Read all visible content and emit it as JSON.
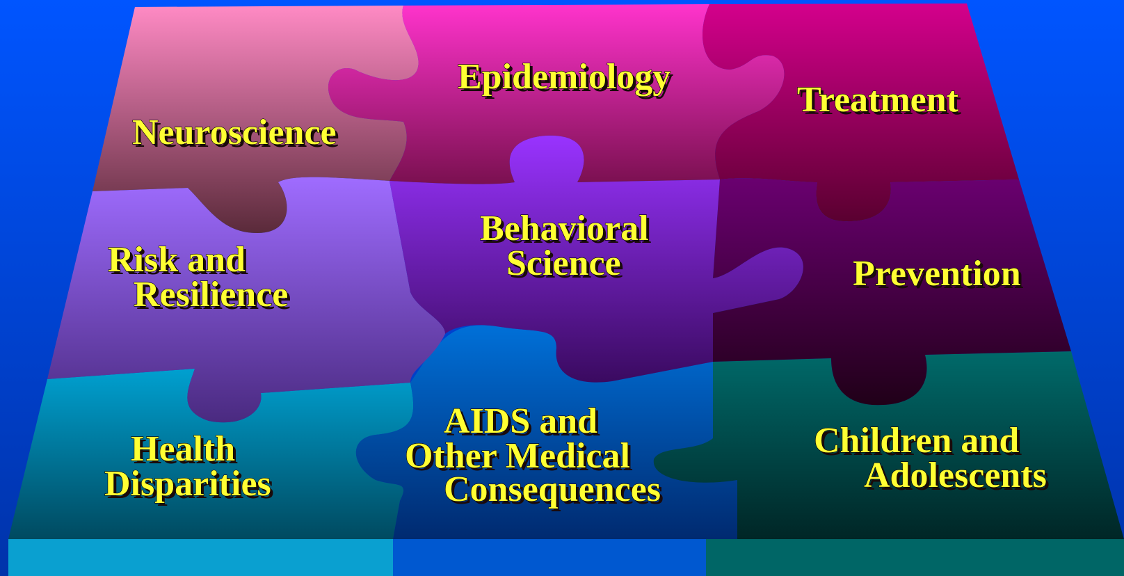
{
  "pieces": [
    {
      "id": "neuroscience",
      "lines": [
        "Neuroscience"
      ]
    },
    {
      "id": "epidemiology",
      "lines": [
        "Epidemiology"
      ]
    },
    {
      "id": "treatment",
      "lines": [
        "Treatment"
      ]
    },
    {
      "id": "risk-resilience",
      "lines": [
        "Risk and",
        "Resilience"
      ]
    },
    {
      "id": "behavioral-science",
      "lines": [
        "Behavioral",
        "Science"
      ]
    },
    {
      "id": "prevention",
      "lines": [
        "Prevention"
      ]
    },
    {
      "id": "health-disparities",
      "lines": [
        "Health",
        "Disparities"
      ]
    },
    {
      "id": "aids-medical",
      "lines": [
        "AIDS and",
        "Other Medical",
        "Consequences"
      ]
    },
    {
      "id": "children-adolescents",
      "lines": [
        "Children and",
        "Adolescents"
      ]
    }
  ],
  "colors": {
    "background": "#0050e0",
    "text": "#ffff33",
    "pink": "#f08ab8",
    "magenta": "#ff33cc",
    "deep_magenta": "#cc0088",
    "violet": "#9966ff",
    "purple": "#9933ff",
    "plum": "#660066",
    "teal": "#0099cc",
    "blue": "#0066cc",
    "dark_teal": "#006666"
  }
}
